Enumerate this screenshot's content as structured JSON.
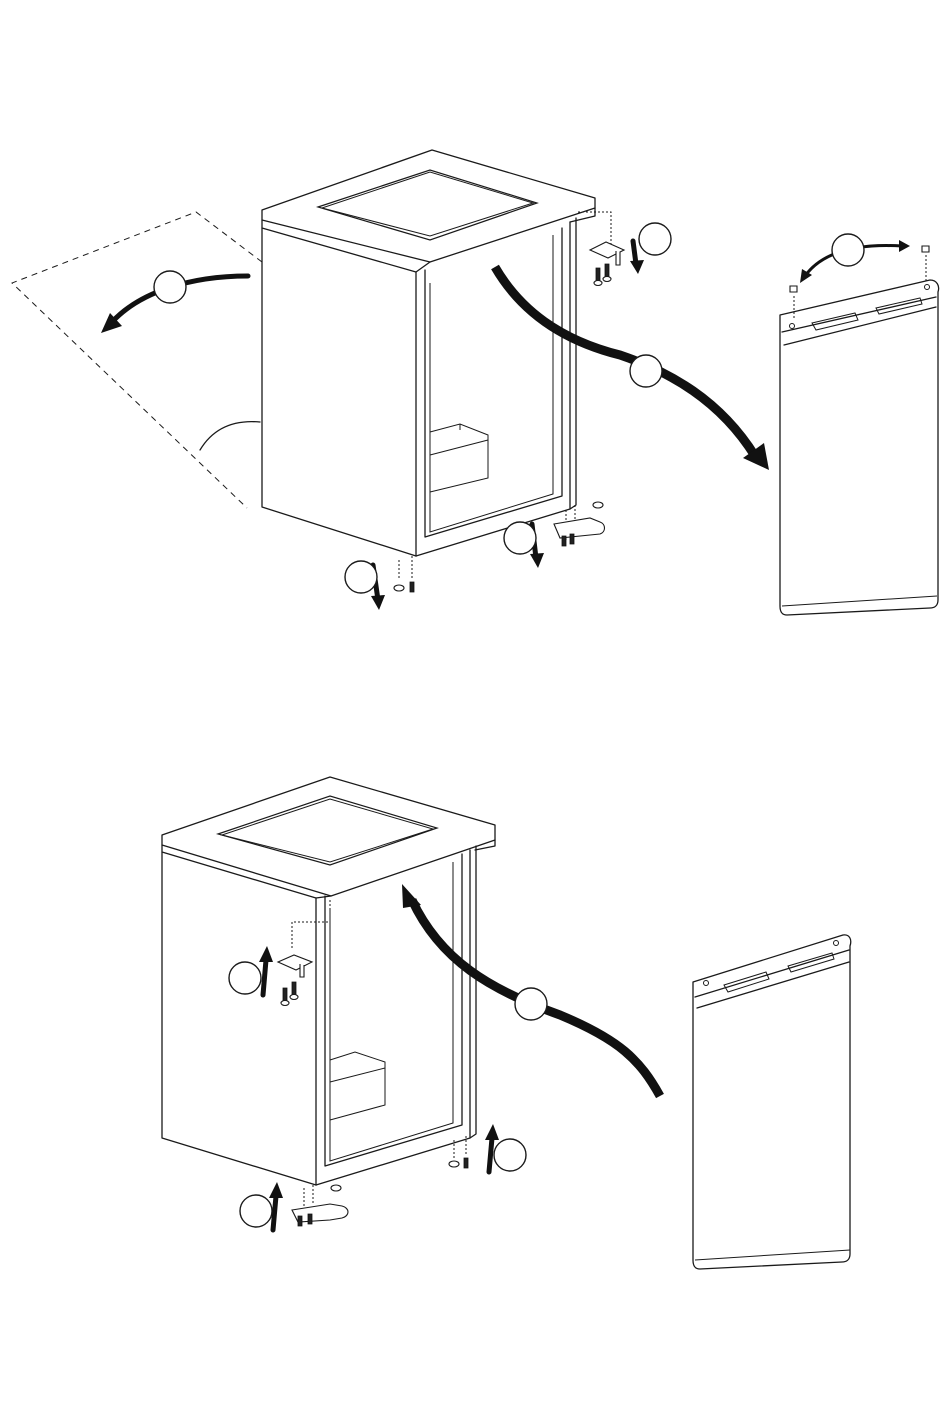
{
  "figure": {
    "panels": [
      {
        "id": "removal",
        "steps": [
          "top-removal",
          "upper-hinge-removal",
          "door-removal",
          "door-plug-swap",
          "lower-hinge-removal",
          "foot-removal"
        ]
      },
      {
        "id": "refit",
        "steps": [
          "upper-hinge-refit",
          "door-refit",
          "lower-hinge-refit",
          "foot-refit"
        ]
      }
    ],
    "step_label_style": "blank-circle"
  },
  "colors": {
    "line": "#1a1a1a",
    "arrow": "#111111",
    "background": "#ffffff"
  }
}
